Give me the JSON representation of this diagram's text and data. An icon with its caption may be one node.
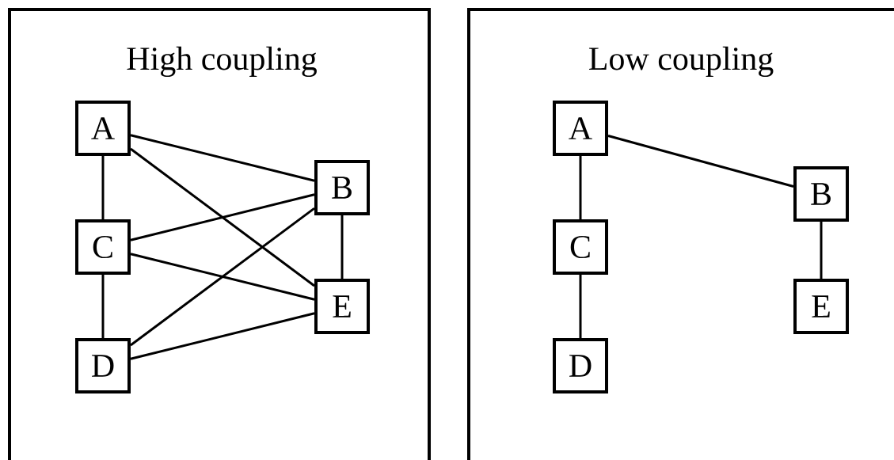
{
  "diagram": {
    "nodes": [
      {
        "text": [
          "High coupling"
        ]
      },
      {
        "text": [
          "A"
        ],
        "in": 0
      },
      {
        "text": [
          "B"
        ],
        "in": 0
      },
      {
        "text": [
          "C"
        ],
        "in": 0
      },
      {
        "text": [
          "D"
        ],
        "in": 0
      },
      {
        "text": [
          "E"
        ],
        "in": 0
      },
      {
        "text": [
          "Low coupling"
        ]
      },
      {
        "text": [
          "A"
        ],
        "in": 6
      },
      {
        "text": [
          "B"
        ],
        "in": 6
      },
      {
        "text": [
          "C"
        ],
        "in": 6
      },
      {
        "text": [
          "D"
        ],
        "in": 6
      },
      {
        "text": [
          "E"
        ],
        "in": 6
      }
    ],
    "edges": [
      {
        "from": 1,
        "to": 3,
        "arrow": "none"
      },
      {
        "from": 3,
        "to": 4,
        "arrow": "none"
      },
      {
        "from": 1,
        "to": 2,
        "arrow": "none"
      },
      {
        "from": 1,
        "to": 5,
        "arrow": "none"
      },
      {
        "from": 3,
        "to": 2,
        "arrow": "none"
      },
      {
        "from": 3,
        "to": 5,
        "arrow": "none"
      },
      {
        "from": 4,
        "to": 2,
        "arrow": "none"
      },
      {
        "from": 4,
        "to": 5,
        "arrow": "none"
      },
      {
        "from": 2,
        "to": 5,
        "arrow": "none"
      },
      {
        "from": 7,
        "to": 9,
        "arrow": "none"
      },
      {
        "from": 9,
        "to": 10,
        "arrow": "none"
      },
      {
        "from": 7,
        "to": 8,
        "arrow": "none"
      },
      {
        "from": 8,
        "to": 11,
        "arrow": "none"
      }
    ]
  }
}
